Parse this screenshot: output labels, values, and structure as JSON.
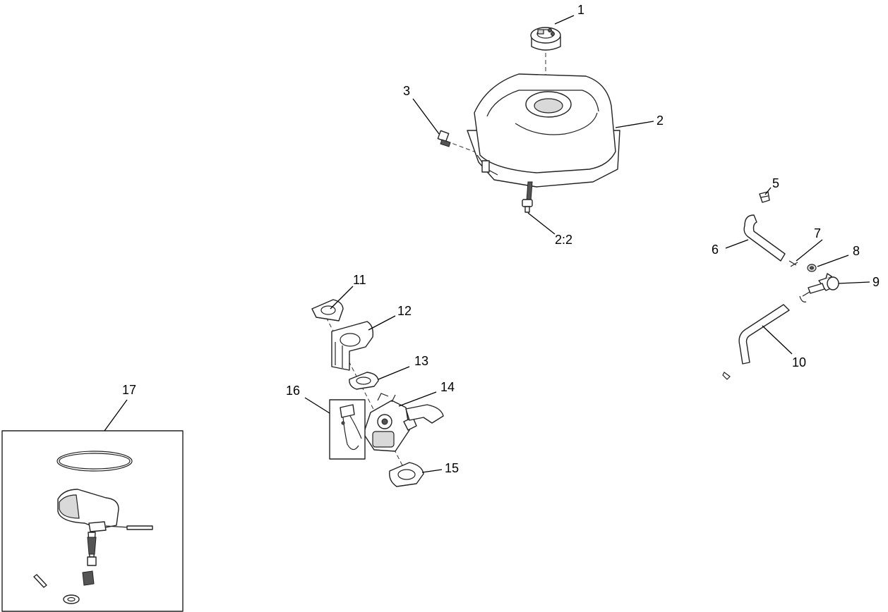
{
  "callouts": [
    {
      "id": "1"
    },
    {
      "id": "2"
    },
    {
      "id": "3"
    },
    {
      "id": "2:2"
    },
    {
      "id": "5"
    },
    {
      "id": "6"
    },
    {
      "id": "7"
    },
    {
      "id": "8"
    },
    {
      "id": "9"
    },
    {
      "id": "10"
    },
    {
      "id": "11"
    },
    {
      "id": "12"
    },
    {
      "id": "13"
    },
    {
      "id": "14"
    },
    {
      "id": "15"
    },
    {
      "id": "16"
    },
    {
      "id": "17"
    }
  ]
}
